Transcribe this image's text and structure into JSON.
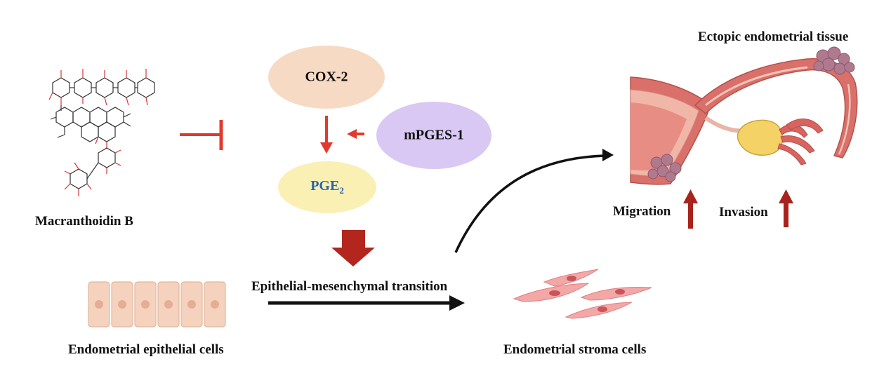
{
  "compound": {
    "label": "Macranthoidin B"
  },
  "pathway": {
    "cox2": "COX-2",
    "mpges1": "mPGES-1",
    "pge_main": "PGE",
    "pge_sub": "2"
  },
  "emt": {
    "label": "Epithelial-mesenchymal transition"
  },
  "cells": {
    "epithelial_label": "Endometrial epithelial cells",
    "stroma_label": "Endometrial stroma cells"
  },
  "tissue": {
    "ectopic_label": "Ectopic endometrial tissue",
    "migration_label": "Migration",
    "invasion_label": "Invasion"
  },
  "colors": {
    "inhibit_red": "#e03a2e",
    "cox2_fill": "#f6d3b8",
    "mpges_fill": "#d9c8f3",
    "pge_fill": "#faf0b4",
    "down_arrow": "#b3261e",
    "up_arrow": "#a8231c",
    "pge_text": "#2a63a8"
  }
}
